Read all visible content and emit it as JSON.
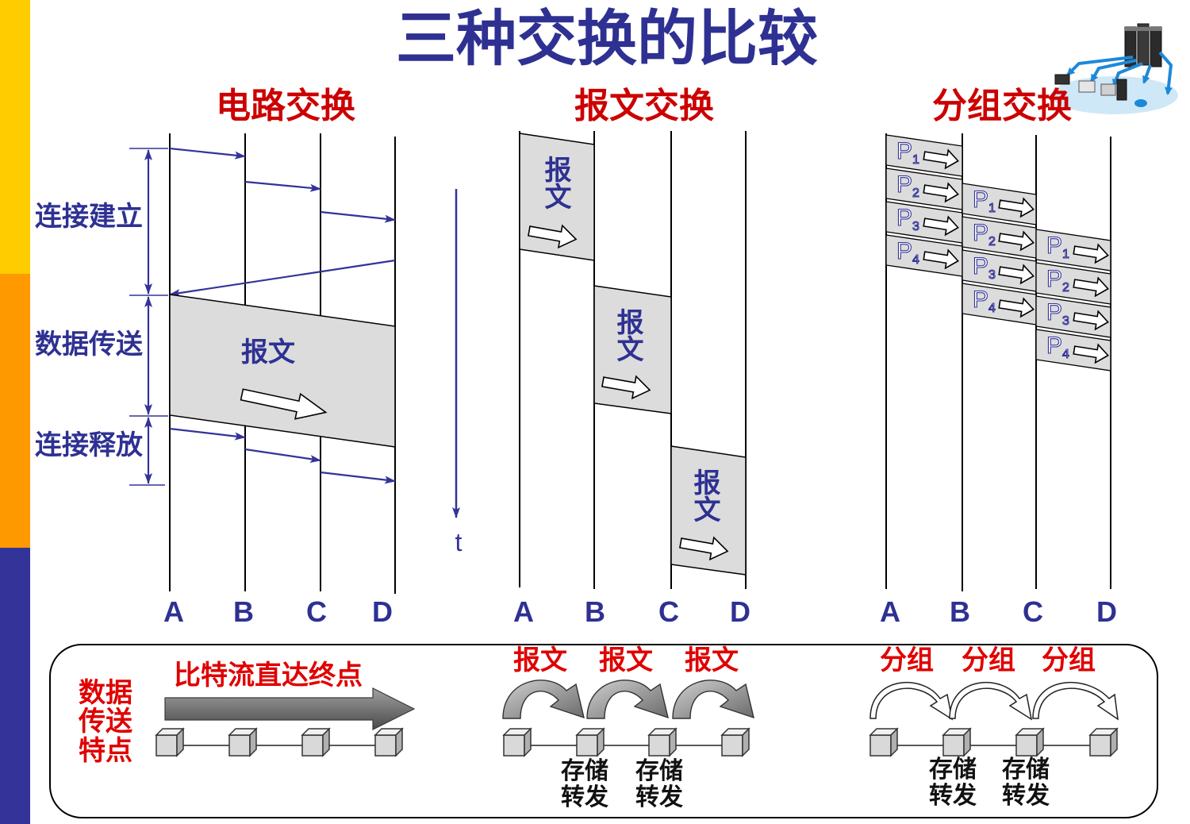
{
  "title": "三种交换的比较",
  "colors": {
    "title": "#2E3192",
    "heading": "#CC0000",
    "summary_red": "#E00000",
    "box_fill": "#DCDCDC",
    "sidebar": [
      "#FFCC00",
      "#FF9900",
      "#333399"
    ]
  },
  "icons": {
    "top_right": "network-topology-icon",
    "data_direction": "hollow-arrow-icon",
    "node": "cube-node-icon"
  },
  "circuit": {
    "heading": "电路交换",
    "phases": [
      "连接建立",
      "数据传送",
      "连接释放"
    ],
    "message_label": "报文",
    "nodes": [
      "A",
      "B",
      "C",
      "D"
    ]
  },
  "time_axis": {
    "label": "t"
  },
  "message": {
    "heading": "报文交换",
    "box_labels": [
      "报文",
      "报文",
      "报文"
    ],
    "nodes": [
      "A",
      "B",
      "C",
      "D"
    ]
  },
  "packet": {
    "heading": "分组交换",
    "packets": [
      {
        "letter": "P",
        "index": "1"
      },
      {
        "letter": "P",
        "index": "2"
      },
      {
        "letter": "P",
        "index": "3"
      },
      {
        "letter": "P",
        "index": "4"
      }
    ],
    "nodes": [
      "A",
      "B",
      "C",
      "D"
    ]
  },
  "summary": {
    "circuit": {
      "feature_label": [
        "数据",
        "传送",
        "特点"
      ],
      "caption": "比特流直达终点"
    },
    "message": {
      "hop_labels": [
        "报文",
        "报文",
        "报文"
      ],
      "store_forward": [
        [
          "存储",
          "转发"
        ],
        [
          "存储",
          "转发"
        ]
      ]
    },
    "packet": {
      "hop_labels": [
        "分组",
        "分组",
        "分组"
      ],
      "store_forward": [
        [
          "存储",
          "转发"
        ],
        [
          "存储",
          "转发"
        ]
      ]
    }
  }
}
